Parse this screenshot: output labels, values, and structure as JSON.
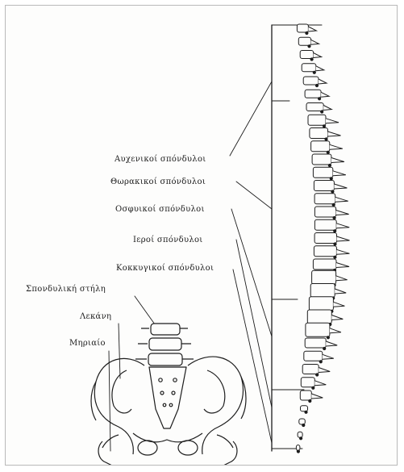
{
  "labels": {
    "cervical": "Αυχενικοί σπόνδυλοι",
    "thoracic": "Θωρακικοί σπόνδυλοι",
    "lumbar": "Οσφυικοί σπόνδυλοι",
    "sacral": "Ιεροί σπόνδυλοι",
    "coccygeal": "Κοκκυγικοί σπόνδυλοι",
    "spinal_column": "Σπονδυλική στήλη",
    "pelvis": "Λεκάνη",
    "femur": "Μηριαίο"
  },
  "colors": {
    "ink": "#1d1d1d",
    "paper": "#fdfdfc",
    "frame": "#b9b9b9"
  }
}
